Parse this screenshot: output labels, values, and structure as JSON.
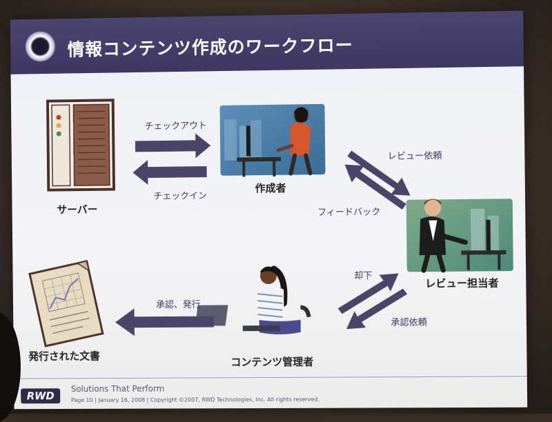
{
  "title": "情報コンテンツ作成のワークフロー",
  "nodes": {
    "server": "サーバー",
    "author": "作成者",
    "reviewer": "レビュー担当者",
    "manager": "コンテンツ管理者",
    "published": "発行された文書"
  },
  "edges": {
    "checkout": "チェックアウト",
    "checkin": "チェックイン",
    "review_request": "レビュー依頼",
    "feedback": "フィードバック",
    "reject": "却下",
    "approval_request": "承認依頼",
    "approve_publish": "承認、発行"
  },
  "footer": {
    "logo": "RWD",
    "tagline": "Solutions That Perform",
    "line": "Page 10 | January 16, 2008 | Copyright ©2007, RWD Technologies, Inc. All rights reserved."
  },
  "colors": {
    "titlebar": "#3d3862",
    "arrow": "#4a4568",
    "background": "#f1f2f6"
  },
  "icons": [
    "server-rack-icon",
    "author-at-desk-icon",
    "reviewer-at-desk-icon",
    "manager-with-laptop-icon",
    "document-chart-icon"
  ]
}
